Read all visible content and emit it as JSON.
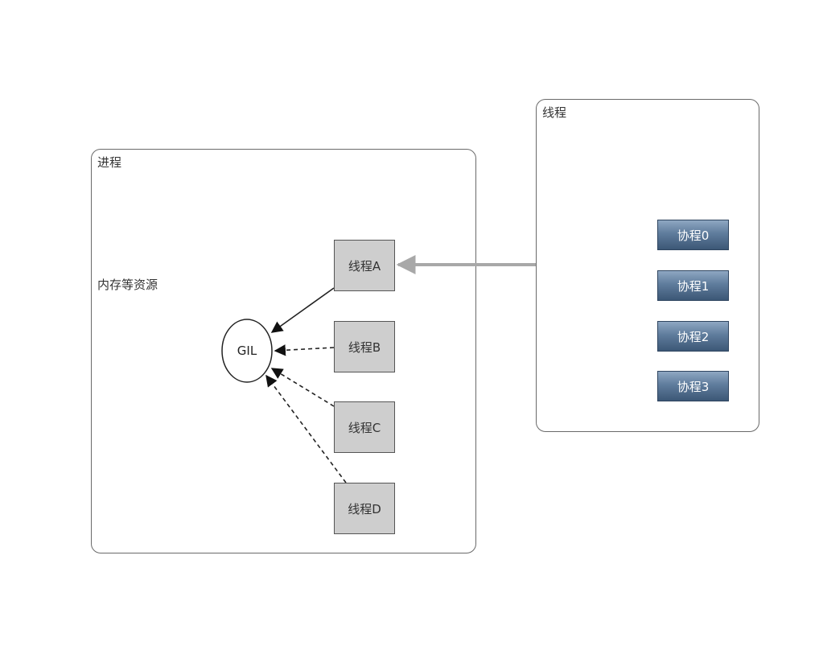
{
  "process": {
    "title": "进程",
    "resources_label": "内存等资源",
    "gil_label": "GIL",
    "threads": [
      "线程A",
      "线程B",
      "线程C",
      "线程D"
    ]
  },
  "thread_box": {
    "title": "线程",
    "coroutines": [
      "协程0",
      "协程1",
      "协程2",
      "协程3"
    ]
  },
  "colors": {
    "container_border": "#6a6a6a",
    "thread_fill": "#cecece",
    "coroutine_top": "#8ea7c2",
    "coroutine_bottom": "#3c5776",
    "main_arrow": "#a8a8a8"
  }
}
